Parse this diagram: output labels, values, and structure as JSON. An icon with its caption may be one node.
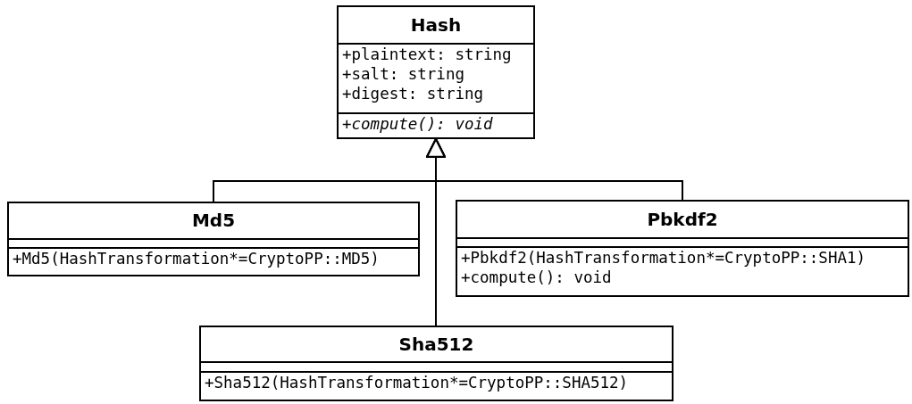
{
  "diagram": {
    "nodes": [
      {
        "text": [
          "Hash",
          "+plaintext: string",
          "+salt: string",
          "+digest: string",
          "+compute(): void"
        ]
      },
      {
        "text": [
          "Md5",
          "+Md5(HashTransformation*=CryptoPP::MD5)"
        ]
      },
      {
        "text": [
          "Pbkdf2",
          "+Pbkdf2(HashTransformation*=CryptoPP::SHA1)",
          "+compute(): void"
        ]
      },
      {
        "text": [
          "Sha512",
          "+Sha512(HashTransformation*=CryptoPP::SHA512)"
        ]
      }
    ],
    "edges": [
      {
        "from": 1,
        "to": 0,
        "arrow": "to"
      },
      {
        "from": 2,
        "to": 0,
        "arrow": "to"
      },
      {
        "from": 3,
        "to": 0,
        "arrow": "to"
      }
    ]
  }
}
